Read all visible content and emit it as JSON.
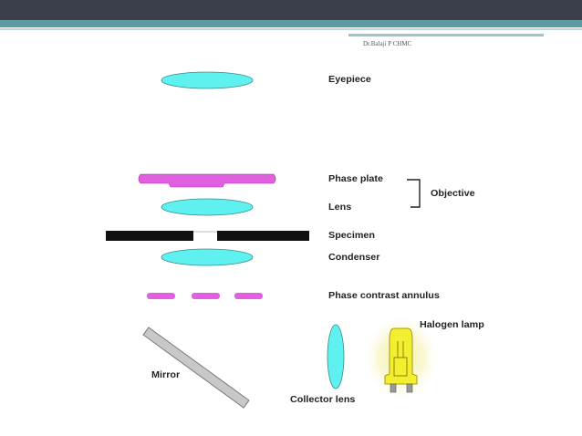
{
  "header": {
    "caption": "Dr.Balaji P CHMC"
  },
  "diagram": {
    "labels": {
      "eyepiece": "Eyepiece",
      "phase_plate": "Phase plate",
      "lens": "Lens",
      "objective": "Objective",
      "specimen": "Specimen",
      "condenser": "Condenser",
      "annulus": "Phase contrast annulus",
      "halogen_lamp": "Halogen lamp",
      "mirror": "Mirror",
      "collector_lens": "Collector lens"
    },
    "colors": {
      "lens": "#5ff0f0",
      "phase_element": "#e060e0",
      "specimen_bar": "#111111",
      "lamp_bulb": "#f2ee30",
      "lamp_glow": "#f4ec8a",
      "mirror": "#c8c8c8"
    }
  }
}
